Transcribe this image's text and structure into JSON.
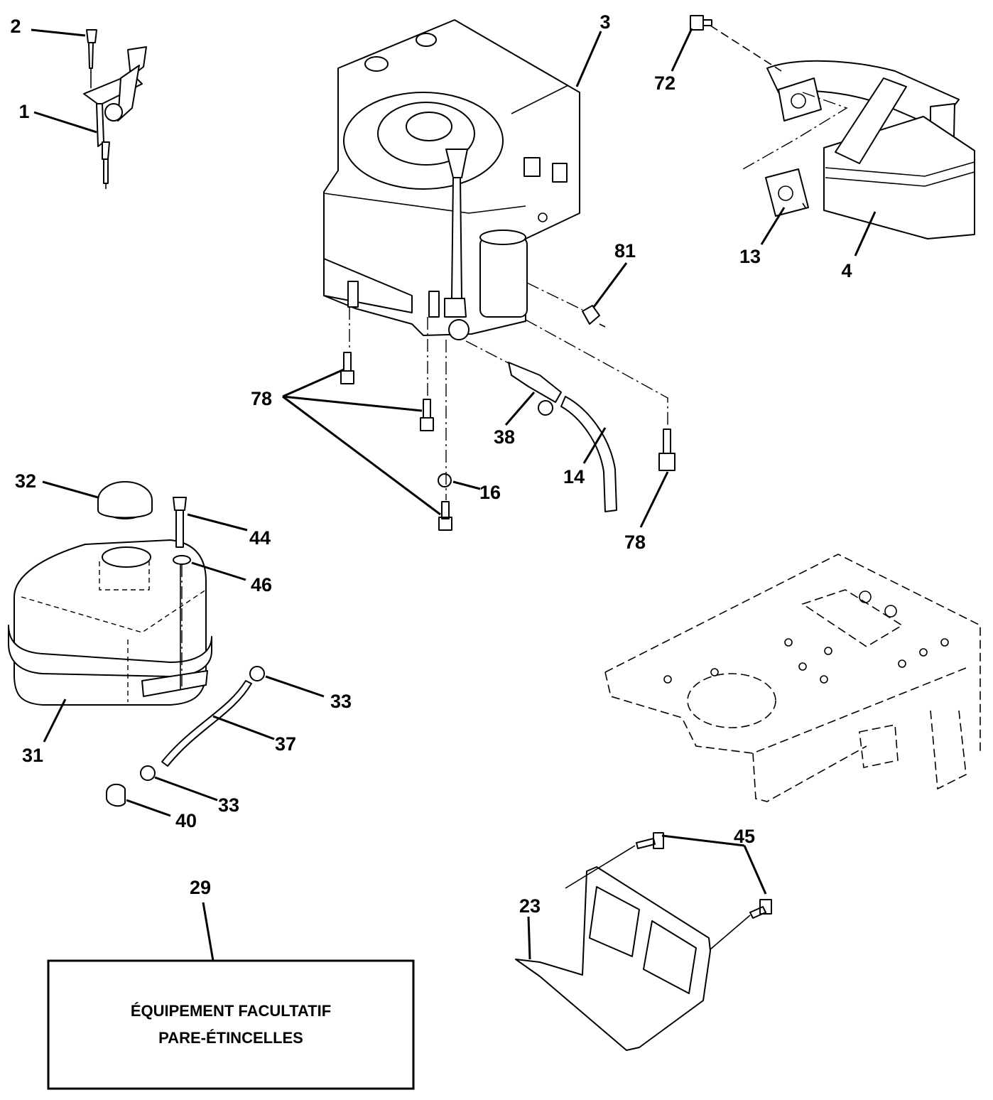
{
  "parts": {
    "p1": "1",
    "p2": "2",
    "p3": "3",
    "p4": "4",
    "p13": "13",
    "p14": "14",
    "p16": "16",
    "p23": "23",
    "p29": "29",
    "p31": "31",
    "p32": "32",
    "p33a": "33",
    "p33b": "33",
    "p37": "37",
    "p38": "38",
    "p40": "40",
    "p44": "44",
    "p45": "45",
    "p46": "46",
    "p72": "72",
    "p78a": "78",
    "p78b": "78",
    "p81": "81"
  },
  "option_box": {
    "line1": "ÉQUIPEMENT FACULTATIF",
    "line2": "PARE-ÉTINCELLES"
  }
}
